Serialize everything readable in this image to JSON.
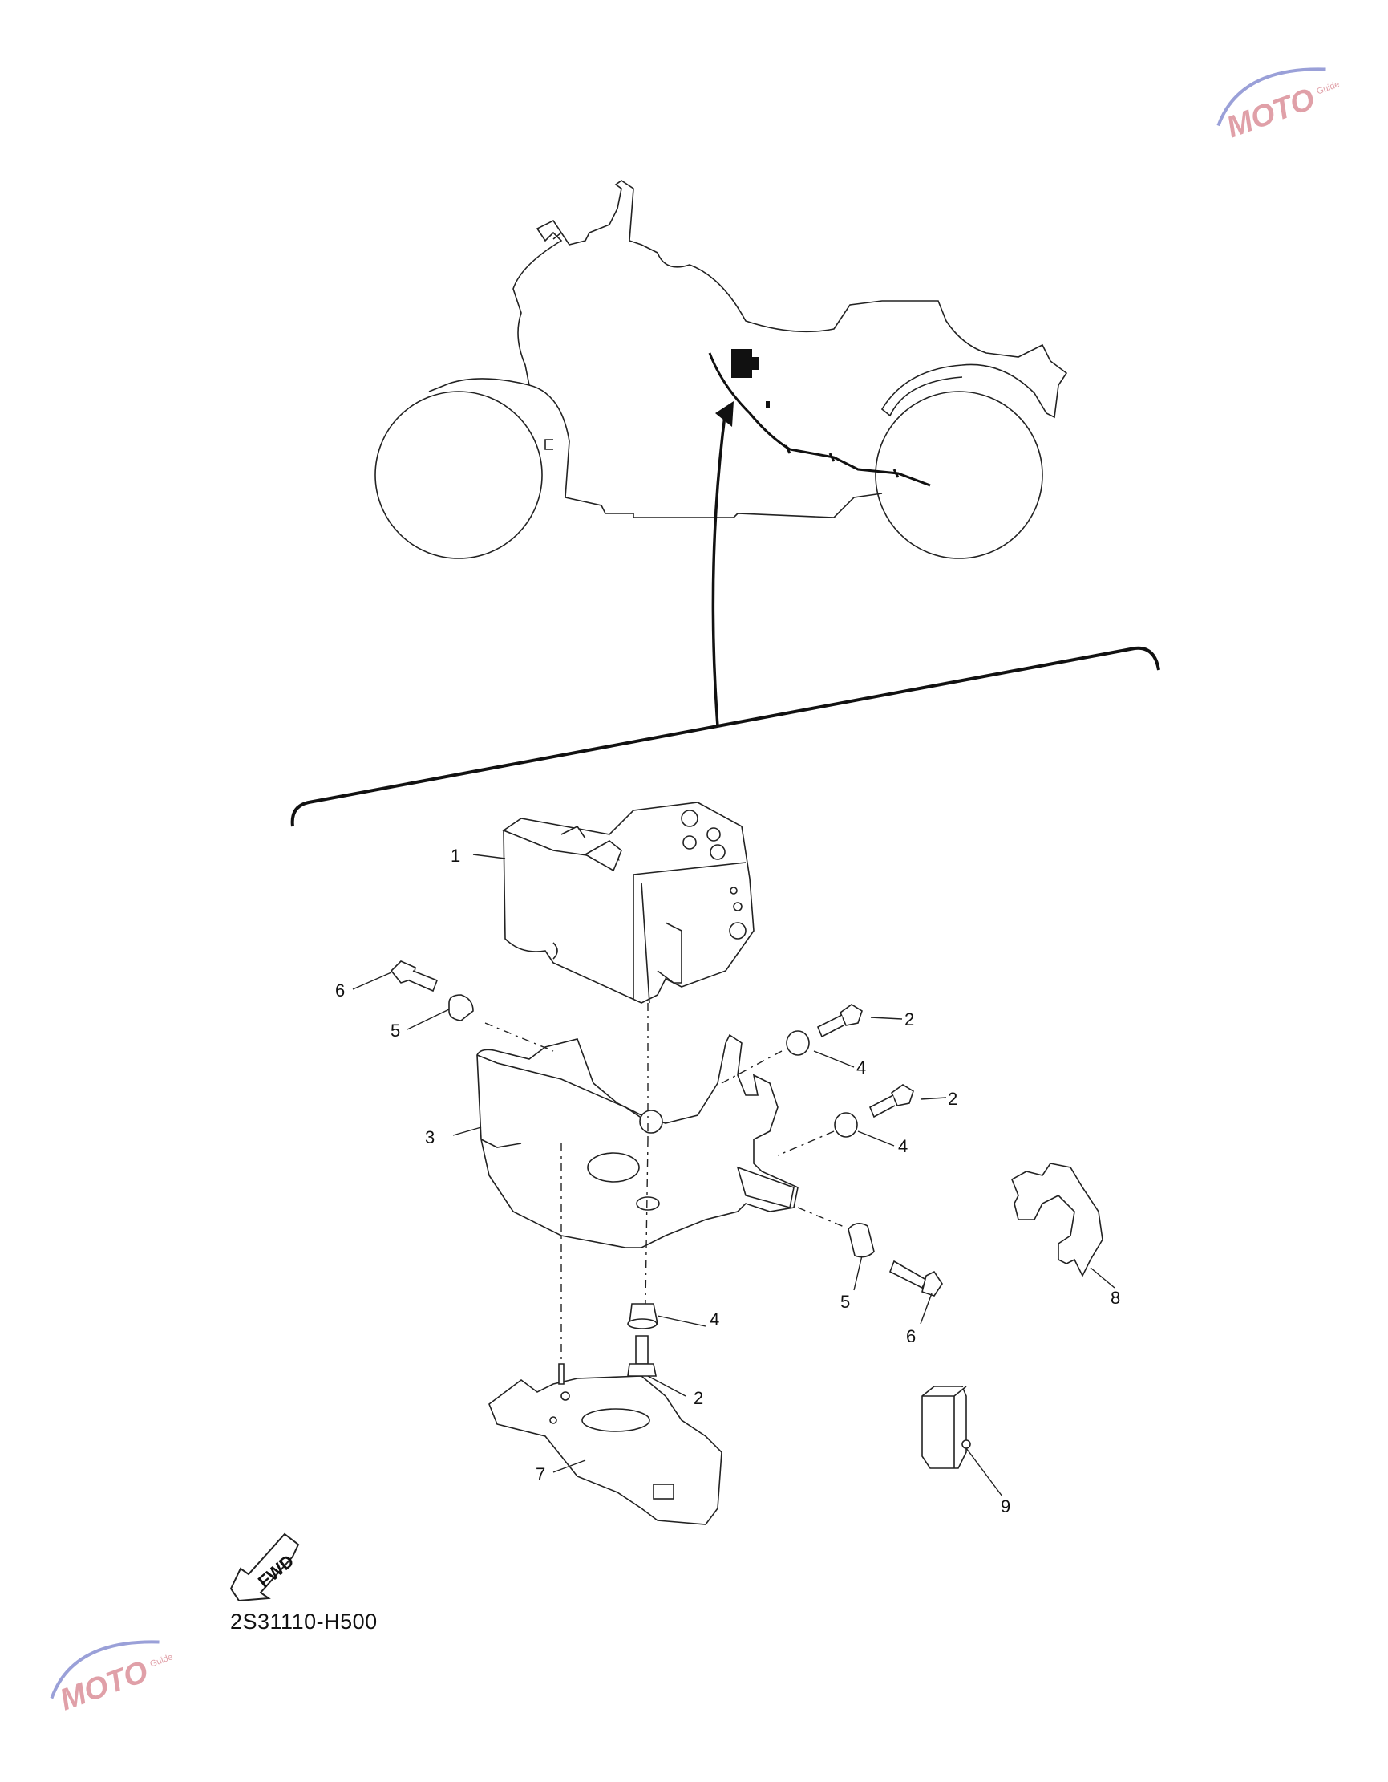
{
  "diagram_code": "2S31110-H500",
  "fwd_label": "FWD",
  "watermark": {
    "logo": "MOTO",
    "sub": "Guide",
    "color": "#e0a0a8",
    "accent": "#9aa0d8"
  },
  "callouts": [
    {
      "id": "c1",
      "text": "1"
    },
    {
      "id": "c2a",
      "text": "2"
    },
    {
      "id": "c2b",
      "text": "2"
    },
    {
      "id": "c2c",
      "text": "2"
    },
    {
      "id": "c3",
      "text": "3"
    },
    {
      "id": "c4a",
      "text": "4"
    },
    {
      "id": "c4b",
      "text": "4"
    },
    {
      "id": "c4c",
      "text": "4"
    },
    {
      "id": "c5a",
      "text": "5"
    },
    {
      "id": "c5b",
      "text": "5"
    },
    {
      "id": "c6a",
      "text": "6"
    },
    {
      "id": "c6b",
      "text": "6"
    },
    {
      "id": "c7",
      "text": "7"
    },
    {
      "id": "c8",
      "text": "8"
    },
    {
      "id": "c9",
      "text": "9"
    }
  ]
}
